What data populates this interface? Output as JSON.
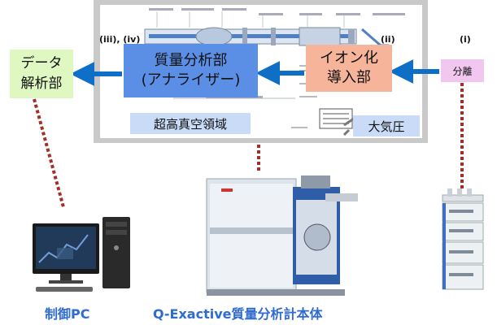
{
  "roman_labels": {
    "analyzer": "(iii), (iv)",
    "ionization": "(ii)",
    "separation": "(i)"
  },
  "boxes": {
    "analyzer": {
      "line1": "質量分析部",
      "line2": "(アナライザー)"
    },
    "ionization": {
      "line1": "イオン化",
      "line2": "導入部"
    },
    "vacuum": "超高真空領域",
    "atmospheric": "大気圧",
    "data_analysis": {
      "line1": "データ",
      "line2": "解析部"
    },
    "separation": "分離"
  },
  "captions": {
    "control_pc": "制御PC",
    "instrument": "Q-Exactive質量分析計本体"
  },
  "colors": {
    "analyzer": "#5b8fe6",
    "ionization": "#f6b49a",
    "vacuum_label": "#c9dbf6",
    "data_analysis": "#dff7c0",
    "separation": "#f2c7ef",
    "arrow": "#0f6fc6",
    "dashed_link": "#a33028",
    "caption": "#2f6bd1"
  }
}
